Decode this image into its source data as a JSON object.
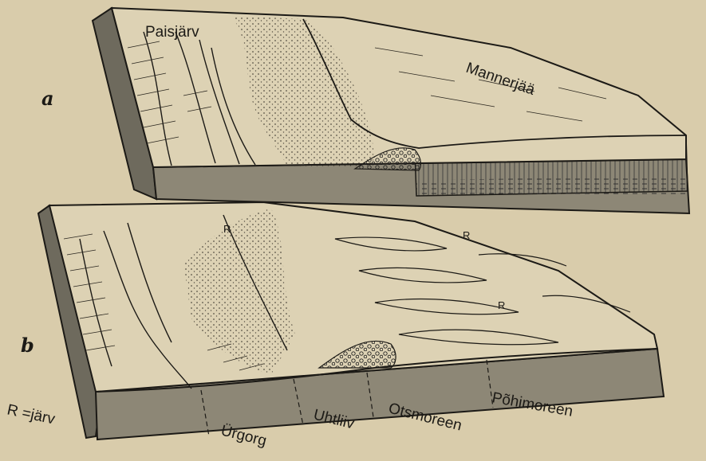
{
  "page": {
    "background": "#d9ccab",
    "ink": "#1c1a16",
    "side_fill": "#8d8776",
    "surface_fill": "#ddd2b4"
  },
  "block_a": {
    "letter": "a",
    "labels": {
      "lake": "Paisjärv",
      "ice": "Mannerjää"
    }
  },
  "block_b": {
    "letter": "b",
    "lake_marker": "R",
    "legend": "R =järv",
    "zones": [
      "Ürgorg",
      "Uhtliiv",
      "Otsmoreen",
      "Põhimoreen"
    ]
  }
}
